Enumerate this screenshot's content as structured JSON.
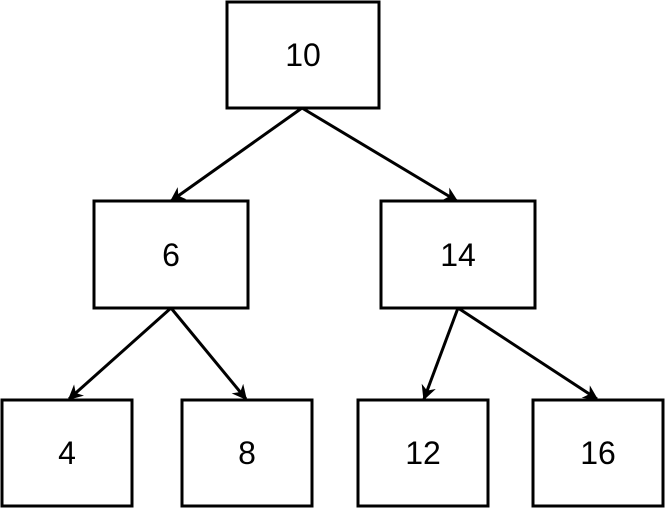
{
  "tree": {
    "nodes": [
      {
        "id": "n10",
        "label": "10"
      },
      {
        "id": "n6",
        "label": "6"
      },
      {
        "id": "n14",
        "label": "14"
      },
      {
        "id": "n4",
        "label": "4"
      },
      {
        "id": "n8",
        "label": "8"
      },
      {
        "id": "n12",
        "label": "12"
      },
      {
        "id": "n16",
        "label": "16"
      }
    ],
    "edges": [
      {
        "from": "n10",
        "to": "n6"
      },
      {
        "from": "n10",
        "to": "n14"
      },
      {
        "from": "n6",
        "to": "n4"
      },
      {
        "from": "n6",
        "to": "n8"
      },
      {
        "from": "n14",
        "to": "n12"
      },
      {
        "from": "n14",
        "to": "n16"
      }
    ],
    "colors": {
      "stroke": "#000000",
      "fill": "#ffffff",
      "text": "#000000"
    }
  }
}
